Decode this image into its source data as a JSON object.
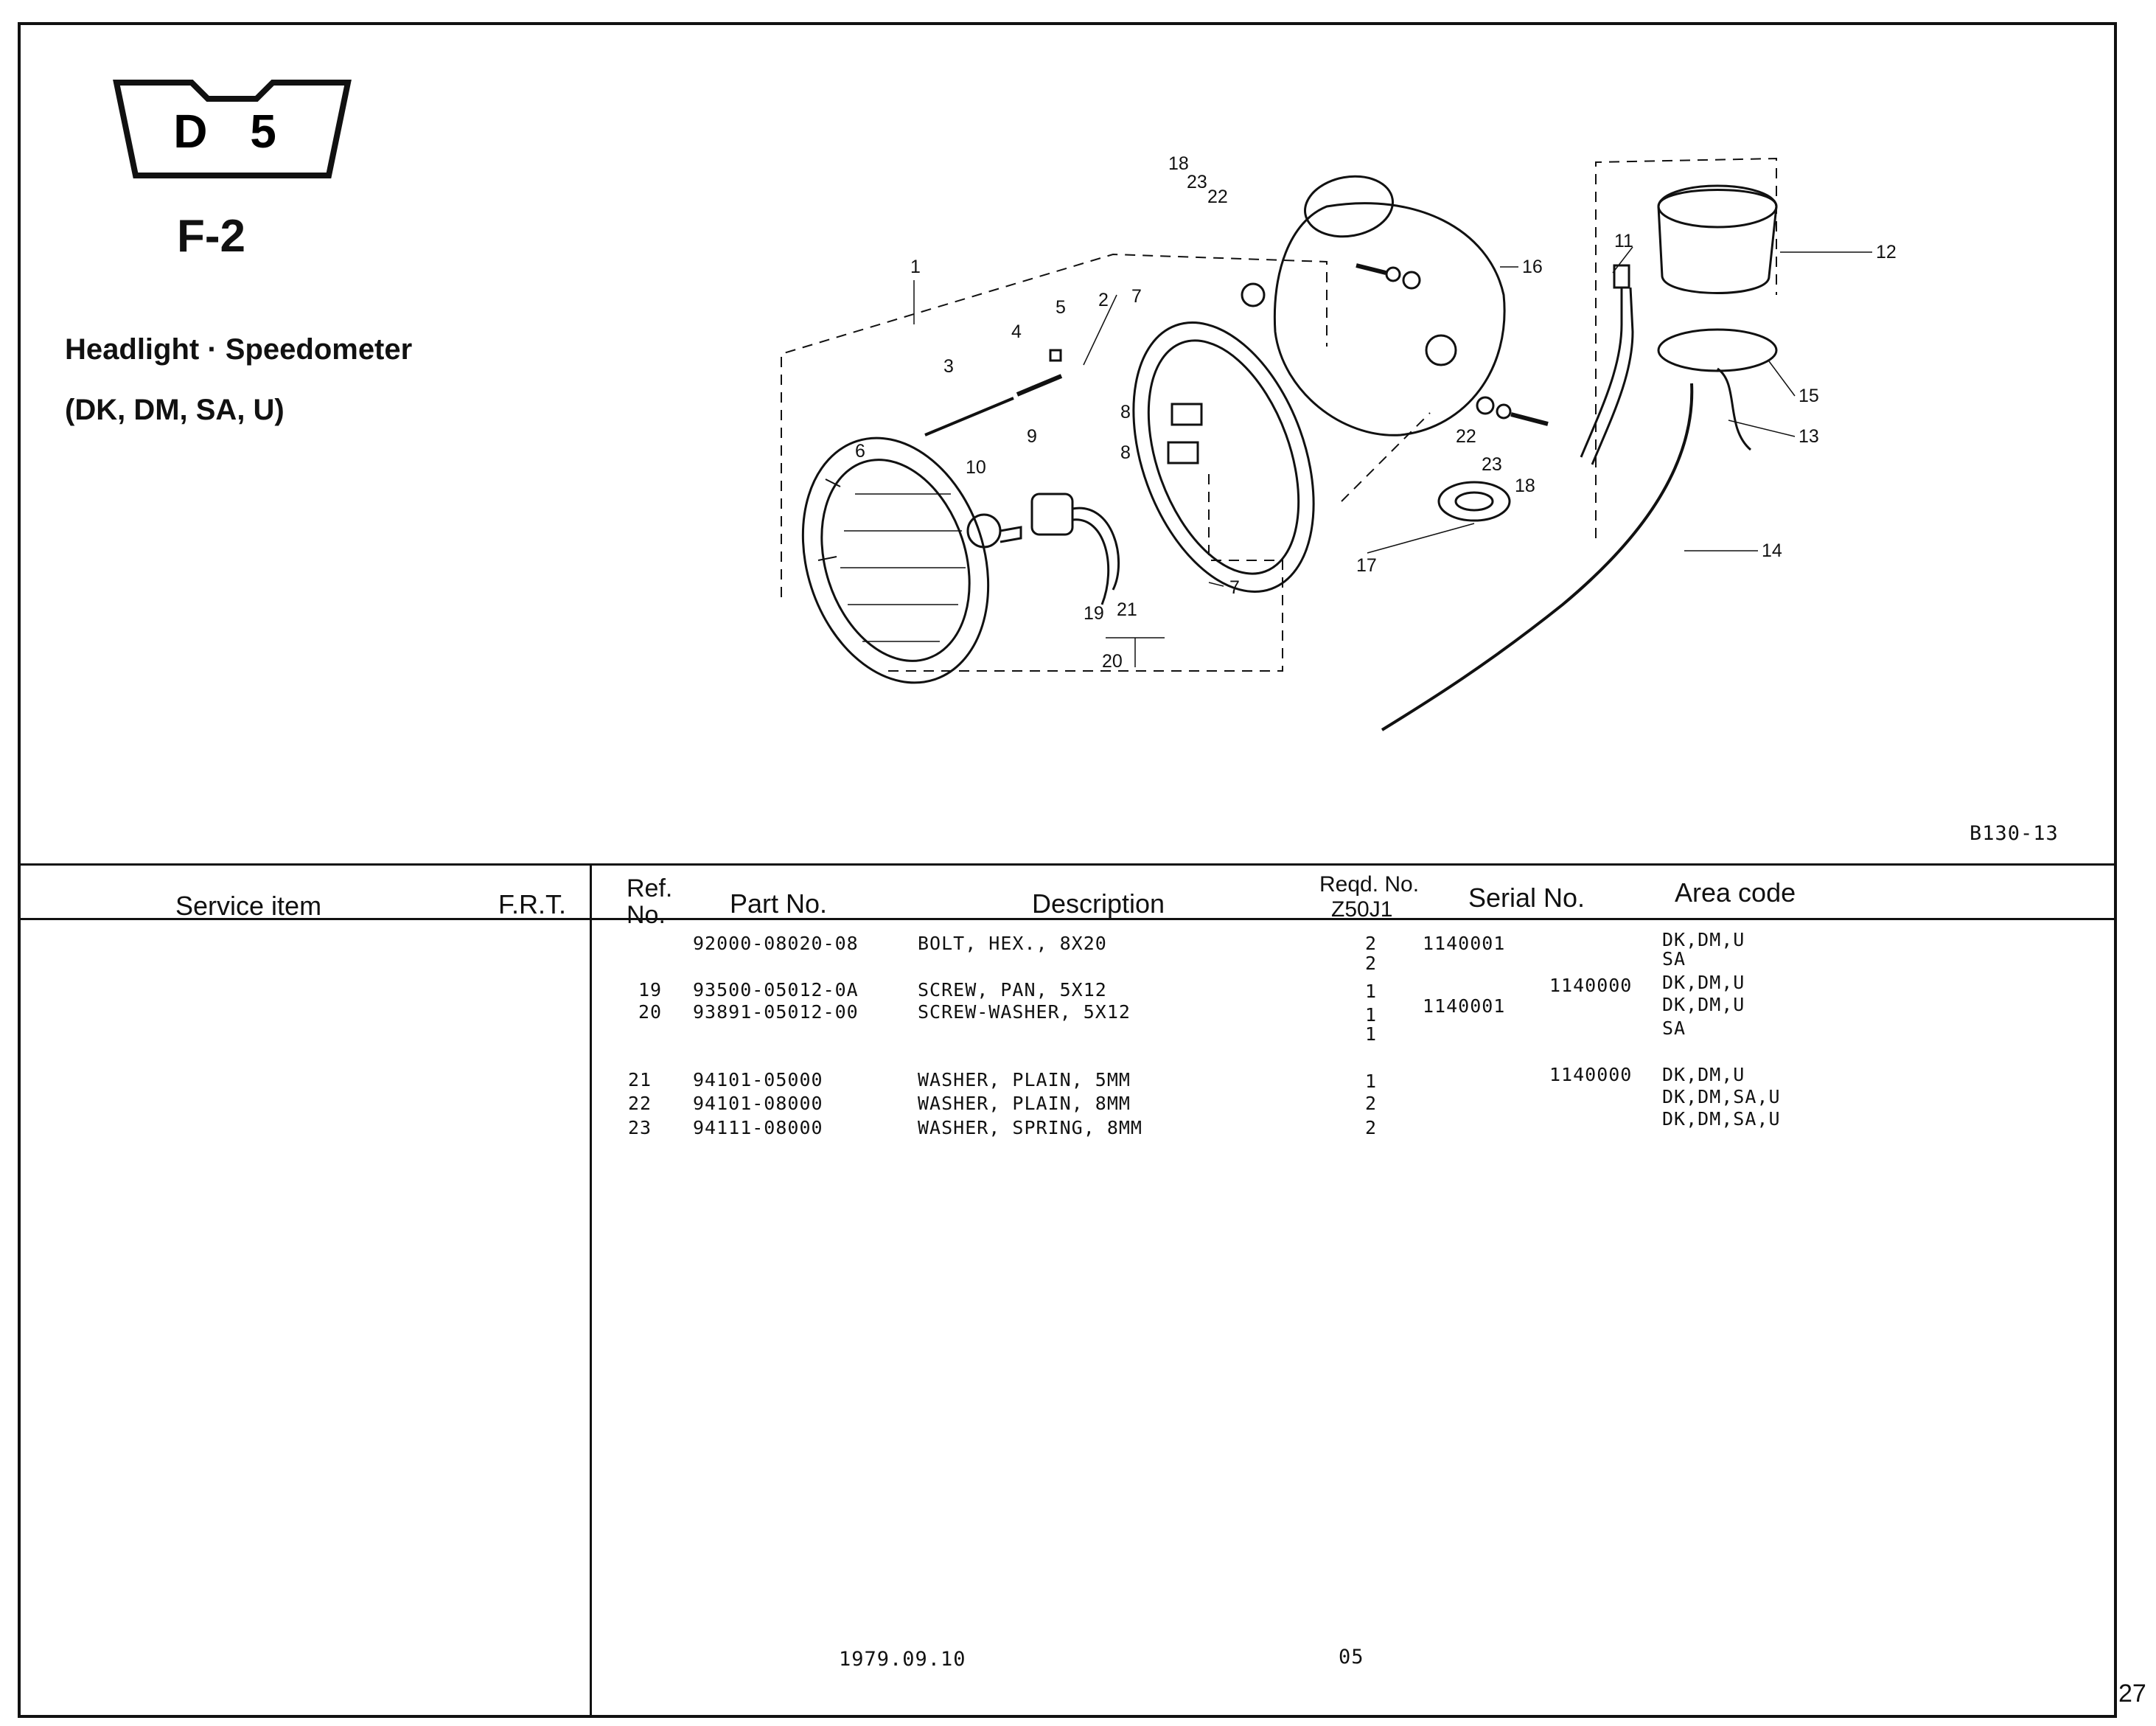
{
  "header": {
    "section": "D 5",
    "page_code": "F-2",
    "title": "Headlight · Speedometer",
    "models": "(DK, DM, SA, U)",
    "figure_code": "B130-13"
  },
  "diagram": {
    "callouts": [
      "1",
      "2",
      "3",
      "4",
      "5",
      "6",
      "7",
      "7",
      "8",
      "8",
      "9",
      "10",
      "11",
      "12",
      "13",
      "14",
      "15",
      "16",
      "17",
      "18",
      "18",
      "19",
      "20",
      "21",
      "22",
      "22",
      "23",
      "23"
    ]
  },
  "table": {
    "headers": {
      "service_item": "Service item",
      "frt": "F.R.T.",
      "ref_no": "Ref. No.",
      "part_no": "Part No.",
      "description": "Description",
      "reqd_no": "Reqd. No.",
      "model": "Z50J1",
      "serial_no": "Serial No.",
      "area_code": "Area code"
    },
    "rows": [
      {
        "ref": "",
        "part": "92000-08020-08",
        "desc": "BOLT, HEX., 8X20",
        "qty": "2",
        "serial_from": "1140001",
        "serial_to": "",
        "area": "DK,DM,U"
      },
      {
        "ref": "",
        "part": "",
        "desc": "",
        "qty": "2",
        "serial_from": "",
        "serial_to": "",
        "area": "SA"
      },
      {
        "ref": "19",
        "part": "93500-05012-0A",
        "desc": "SCREW, PAN, 5X12",
        "qty": "1",
        "serial_from": "",
        "serial_to": "1140000",
        "area": "DK,DM,U"
      },
      {
        "ref": "20",
        "part": "93891-05012-00",
        "desc": "SCREW-WASHER, 5X12",
        "qty": "1",
        "serial_from": "1140001",
        "serial_to": "",
        "area": "DK,DM,U"
      },
      {
        "ref": "",
        "part": "",
        "desc": "",
        "qty": "1",
        "serial_from": "",
        "serial_to": "",
        "area": "SA"
      },
      {
        "ref": "21",
        "part": "94101-05000",
        "desc": "WASHER, PLAIN, 5MM",
        "qty": "1",
        "serial_from": "",
        "serial_to": "1140000",
        "area": "DK,DM,U"
      },
      {
        "ref": "22",
        "part": "94101-08000",
        "desc": "WASHER, PLAIN, 8MM",
        "qty": "2",
        "serial_from": "",
        "serial_to": "",
        "area": "DK,DM,SA,U"
      },
      {
        "ref": "23",
        "part": "94111-08000",
        "desc": "WASHER, SPRING, 8MM",
        "qty": "2",
        "serial_from": "",
        "serial_to": "",
        "area": "DK,DM,SA,U"
      }
    ]
  },
  "footer": {
    "date": "1979.09.10",
    "code": "05",
    "page_number": "27"
  }
}
